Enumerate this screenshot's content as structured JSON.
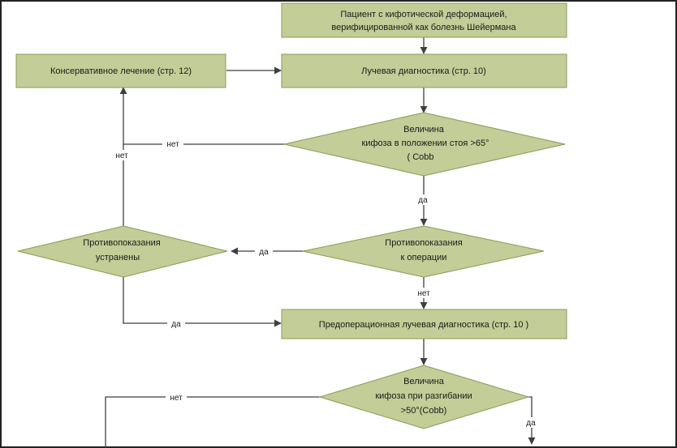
{
  "colors": {
    "box_fill": "#c2cd97",
    "box_stroke": "#8a9a55",
    "line": "#3f3f3f",
    "border": "#222222"
  },
  "nodes": {
    "patient": {
      "line1": "Пациент с кифотической деформацией,",
      "line2": "верифицированной как болезнь Шейермана"
    },
    "conservative": {
      "label": "Консервативное лечение (стр. 12)"
    },
    "radiology": {
      "label": "Лучевая диагностика (стр. 10)"
    },
    "kyphosis_standing": {
      "line1": "Величина",
      "line2": "кифоза  в положении стоя >65°",
      "line3": "( Cobb"
    },
    "contra_surgery": {
      "line1": "Противопоказания",
      "line2": "к операции"
    },
    "contra_removed": {
      "line1": "Противопоказания",
      "line2": "устранены"
    },
    "preop_radiology": {
      "label": "Предоперационная лучевая диагностика (стр. 10 )"
    },
    "kyphosis_bending": {
      "line1": "Величина",
      "line2": "кифоза при разгибании",
      "line3": ">50°(Cobb)"
    }
  },
  "edges": {
    "standing_no": "нет",
    "removed_no": "нет",
    "standing_yes": "да",
    "contra_yes": "да",
    "contra_no": "нет",
    "removed_yes": "да",
    "bending_no": "нет",
    "bending_yes": "да"
  }
}
